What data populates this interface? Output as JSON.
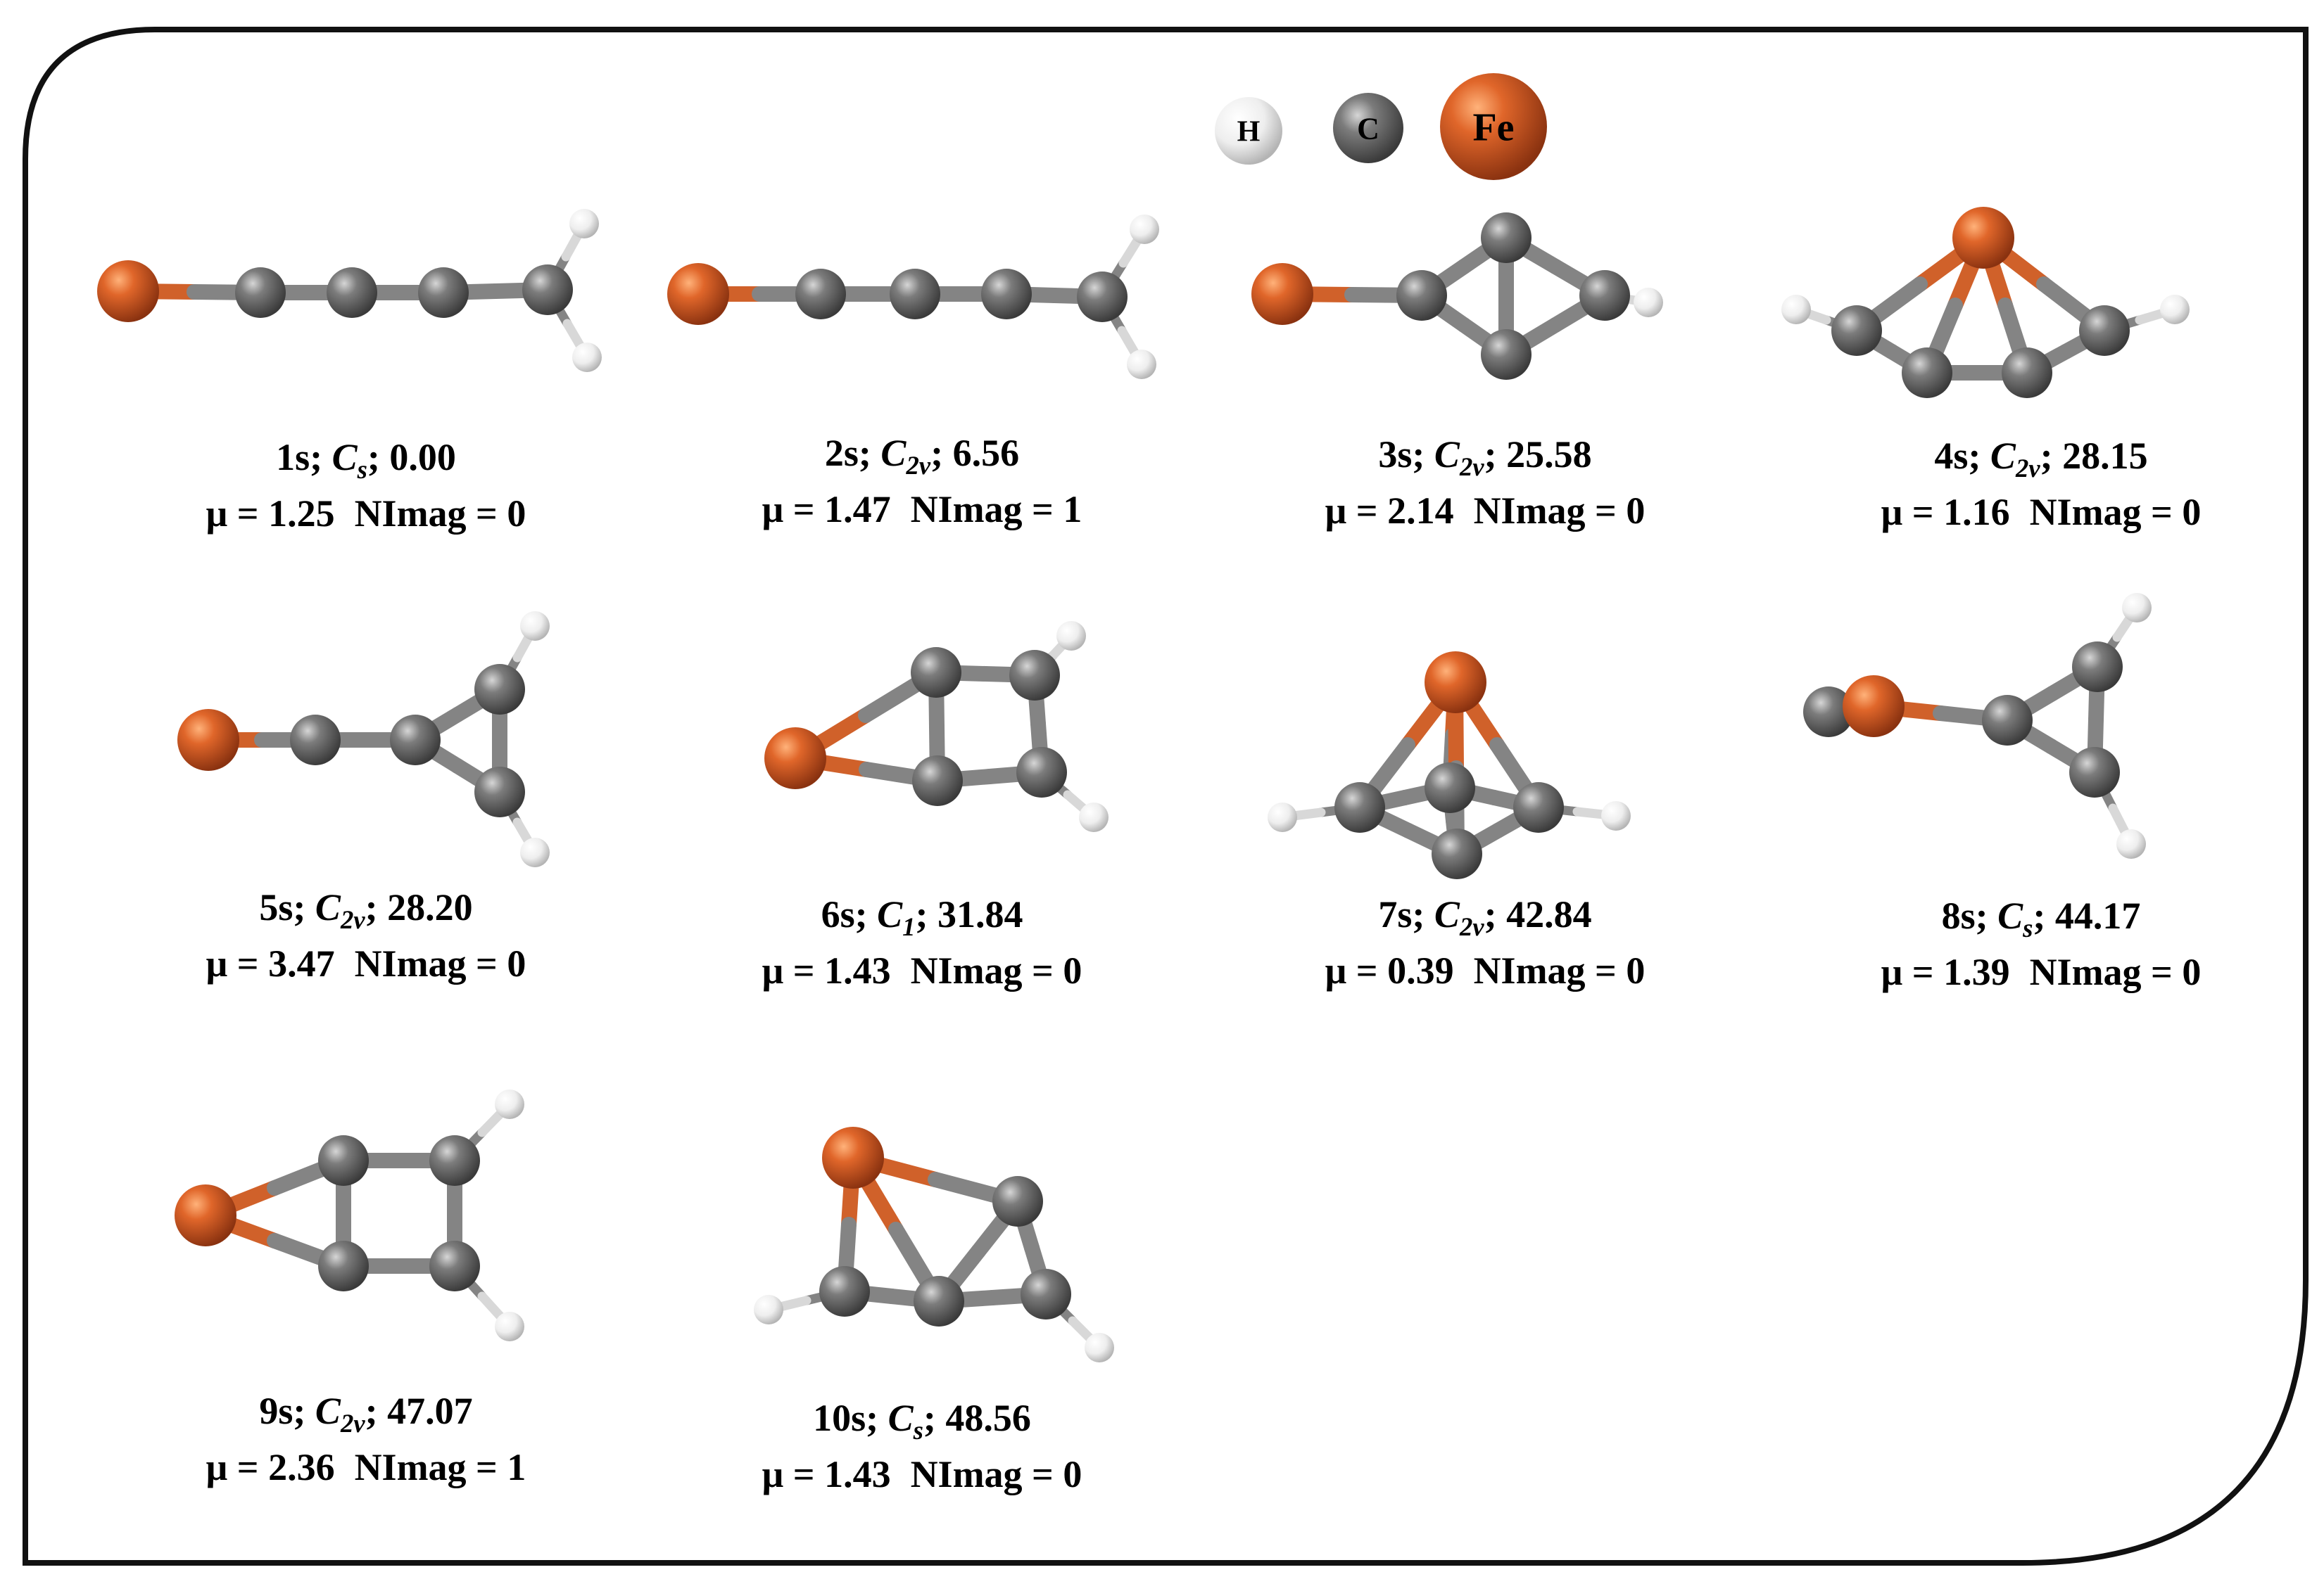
{
  "legend": [
    {
      "symbol": "H",
      "color": "#f2f2f2"
    },
    {
      "symbol": "C",
      "color": "#6e6e6e"
    },
    {
      "symbol": "Fe",
      "color": "#c2521d"
    }
  ],
  "colors": {
    "H": "#f2f2f2",
    "C": "#6e6e6e",
    "Fe": "#c2521d",
    "frame": "#111111",
    "background": "#ffffff"
  },
  "isomers": [
    {
      "label": "1s",
      "group_main": "C",
      "group_sub": "s",
      "energy": "0.00",
      "mu": "1.25",
      "nimag": "0"
    },
    {
      "label": "2s",
      "group_main": "C",
      "group_sub": "2v",
      "energy": "6.56",
      "mu": "1.47",
      "nimag": "1"
    },
    {
      "label": "3s",
      "group_main": "C",
      "group_sub": "2v",
      "energy": "25.58",
      "mu": "2.14",
      "nimag": "0"
    },
    {
      "label": "4s",
      "group_main": "C",
      "group_sub": "2v",
      "energy": "28.15",
      "mu": "1.16",
      "nimag": "0"
    },
    {
      "label": "5s",
      "group_main": "C",
      "group_sub": "2v",
      "energy": "28.20",
      "mu": "3.47",
      "nimag": "0"
    },
    {
      "label": "6s",
      "group_main": "C",
      "group_sub": "1",
      "energy": "31.84",
      "mu": "1.43",
      "nimag": "0"
    },
    {
      "label": "7s",
      "group_main": "C",
      "group_sub": "2v",
      "energy": "42.84",
      "mu": "0.39",
      "nimag": "0"
    },
    {
      "label": "8s",
      "group_main": "C",
      "group_sub": "s",
      "energy": "44.17",
      "mu": "1.39",
      "nimag": "0"
    },
    {
      "label": "9s",
      "group_main": "C",
      "group_sub": "2v",
      "energy": "47.07",
      "mu": "2.36",
      "nimag": "1"
    },
    {
      "label": "10s",
      "group_main": "C",
      "group_sub": "s",
      "energy": "48.56",
      "mu": "1.43",
      "nimag": "0"
    }
  ],
  "text": {
    "mu_prefix": "μ = ",
    "nimag_prefix": "NImag = "
  }
}
